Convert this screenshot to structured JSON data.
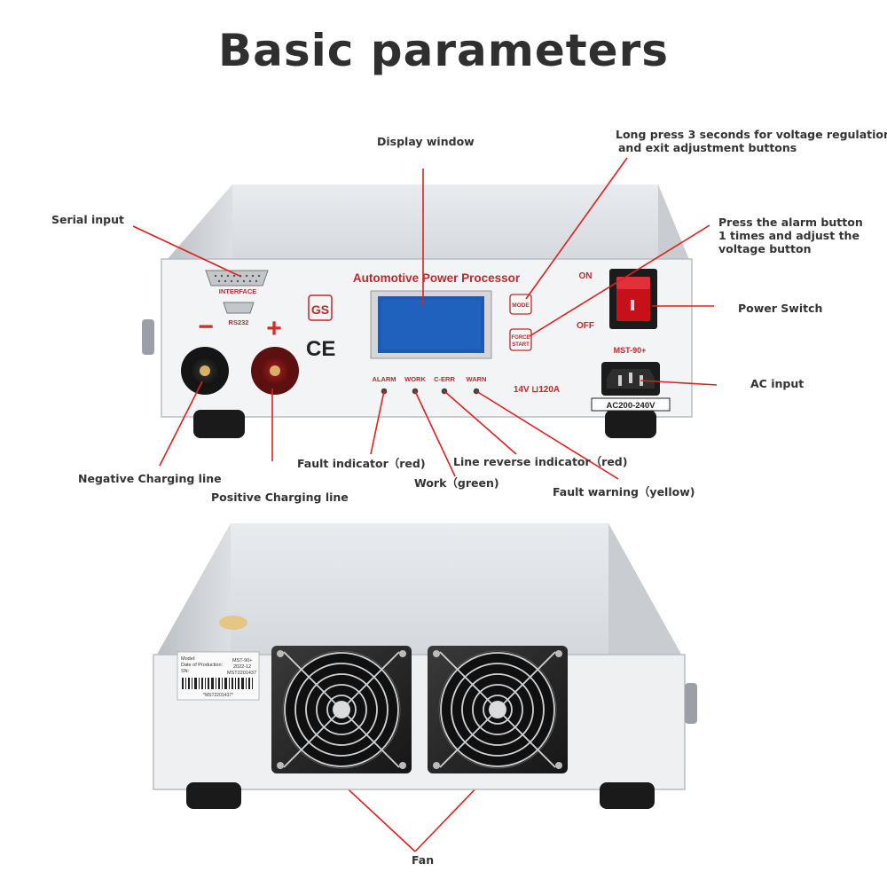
{
  "title": "Basic parameters",
  "annotations": {
    "display_window": "Display window",
    "long_press_line1": "Long press 3 seconds for voltage regulation",
    "long_press_line2": "and exit adjustment buttons",
    "serial_input": "Serial input",
    "alarm_button_line1": "Press the alarm button",
    "alarm_button_line2": "1 times and adjust the",
    "alarm_button_line3": "voltage button",
    "power_switch": "Power Switch",
    "ac_input": "AC input",
    "fault_indicator": "Fault indicator（red)",
    "line_reverse": "Line reverse indicator（red)",
    "work": "Work（green)",
    "fault_warning": "Fault warning（yellow)",
    "negative_line": "Negative Charging line",
    "positive_line": "Positive Charging line",
    "fan": "Fan"
  },
  "panel": {
    "brand": "Automotive Power Processor",
    "interface": "INTERFACE",
    "rs232": "RS232",
    "minus": "−",
    "plus": "+",
    "ce": "CE",
    "mode_button": "MODE",
    "force_line1": "FORCE",
    "force_line2": "START",
    "on": "ON",
    "off": "OFF",
    "model": "MST-90+",
    "rating": "14V ⊔120A",
    "ac_rating": "AC200-240V",
    "indicators": [
      "ALARM",
      "WORK",
      "C-ERR",
      "WARN"
    ]
  },
  "rear_label": {
    "model_key": "Model:",
    "model_val": "MST-90+",
    "date_key": "Date of Production:",
    "date_val": "2022-12",
    "sn_key": "SN:",
    "sn_val": "MST2201437",
    "barcode_text": "*MST2201437*"
  },
  "colors": {
    "arrow": "#e0201c",
    "lcd": "#1e5ab4",
    "panel_text": "#c0282a",
    "switch": "#c8101a"
  }
}
